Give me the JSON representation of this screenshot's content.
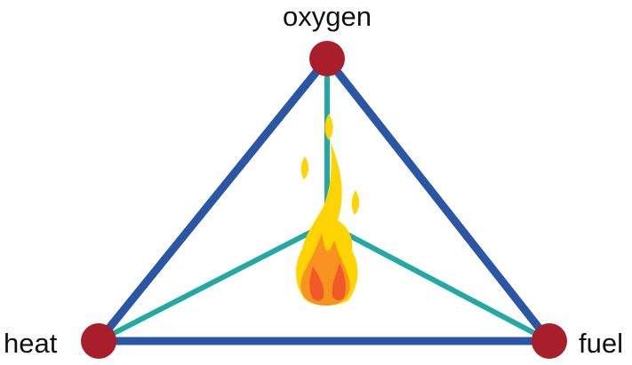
{
  "diagram": {
    "labels": {
      "top": "oxygen",
      "left": "heat",
      "right": "fuel"
    },
    "icons": {
      "center": "flame-icon"
    },
    "colors": {
      "outer_edges": "#2b55a5",
      "inner_edges": "#23a9a5",
      "vertices": "#a81e2a",
      "flame_yellow": "#ffd400",
      "flame_orange": "#f7931e",
      "flame_red": "#f05a28"
    }
  }
}
